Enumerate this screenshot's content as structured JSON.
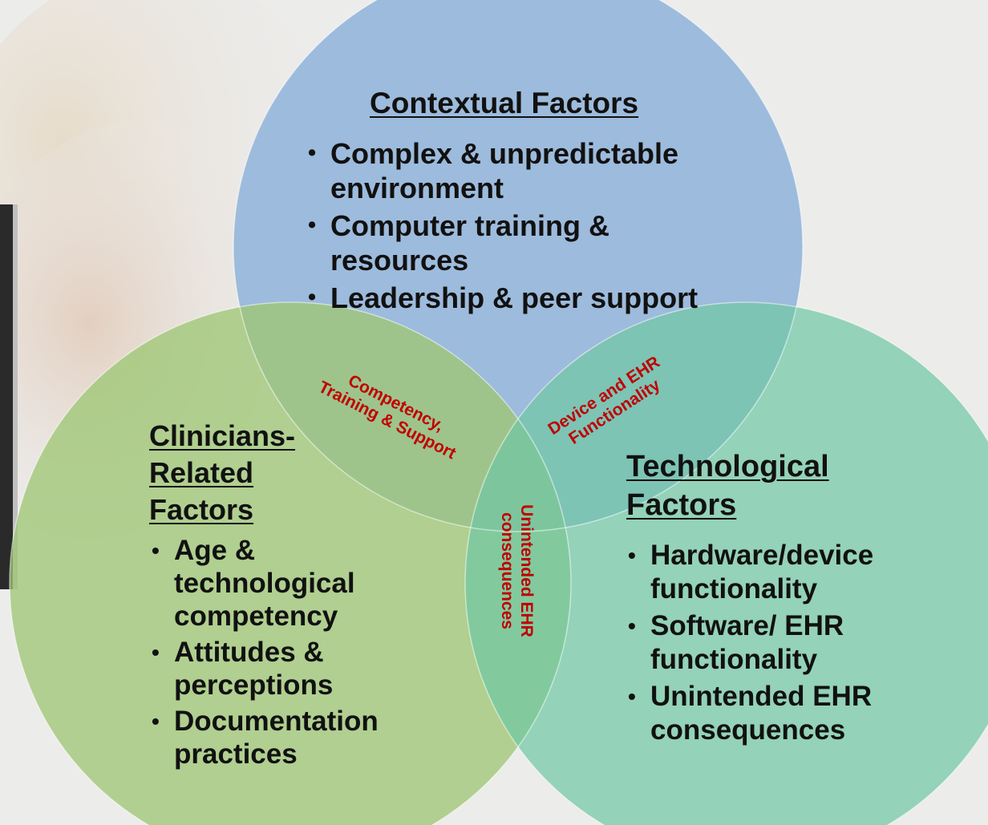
{
  "colors": {
    "contextual": "#8fb3d9",
    "clinicians": "#a2c97c",
    "technological": "#7fccac",
    "overlap_label": "#c00000",
    "text": "#111111"
  },
  "contextual": {
    "heading": "Contextual Factors",
    "bullets": [
      "Complex & unpredictable environment",
      "Computer training & resources",
      "Leadership & peer support"
    ]
  },
  "clinicians": {
    "heading_lines": [
      "Clinicians-",
      "Related",
      "Factors"
    ],
    "bullets": [
      "Age & technological competency",
      "Attitudes & perceptions",
      "Documentation practices"
    ]
  },
  "technological": {
    "heading_lines": [
      "Technological",
      "Factors"
    ],
    "bullets": [
      "Hardware/device functionality",
      "Software/ EHR functionality",
      "Unintended EHR consequences"
    ]
  },
  "overlaps": {
    "contextual_clinicians": [
      "Competency,",
      "Training & Support"
    ],
    "contextual_technological": [
      "Device and EHR",
      "Functionality"
    ],
    "clinicians_technological": [
      "Unintended EHR",
      "consequences"
    ]
  }
}
